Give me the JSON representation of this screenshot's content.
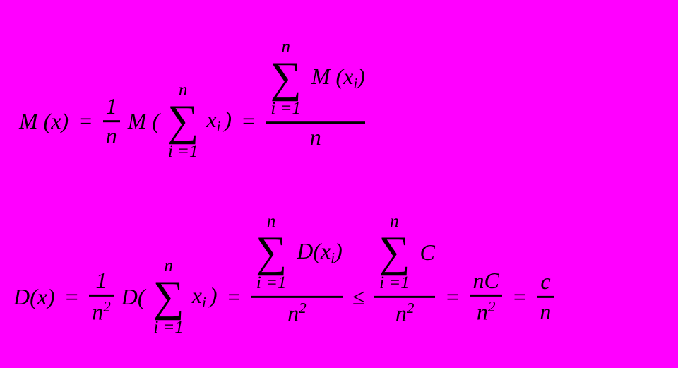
{
  "canvas": {
    "background": "#FF00FF",
    "ink": "#000000"
  },
  "sym": {
    "sigma": "∑",
    "eq": "=",
    "le": "≤"
  },
  "limits": {
    "upper": "n",
    "lower": "i =1"
  },
  "f1": {
    "lhs": "M (x)",
    "frac1": {
      "num": "1",
      "den": "n"
    },
    "op": "M (",
    "term": {
      "base": "x",
      "sub": "i",
      "close": ")"
    },
    "bigfrac": {
      "fn": "M (",
      "base": "x",
      "sub": "i",
      "close": ")",
      "den": "n"
    }
  },
  "f2": {
    "lhs": "D(x)",
    "frac1": {
      "num": "1",
      "den_base": "n",
      "den_exp": "2"
    },
    "op": "D(",
    "term": {
      "base": "x",
      "sub": "i",
      "close": ")"
    },
    "frac2": {
      "fn": "D(",
      "base": "x",
      "sub": "i",
      "close": ")",
      "den_base": "n",
      "den_exp": "2"
    },
    "frac3": {
      "num": "C",
      "den_base": "n",
      "den_exp": "2"
    },
    "frac4": {
      "num": "nC",
      "den_base": "n",
      "den_exp": "2"
    },
    "frac5": {
      "num": "c",
      "den": "n"
    }
  }
}
